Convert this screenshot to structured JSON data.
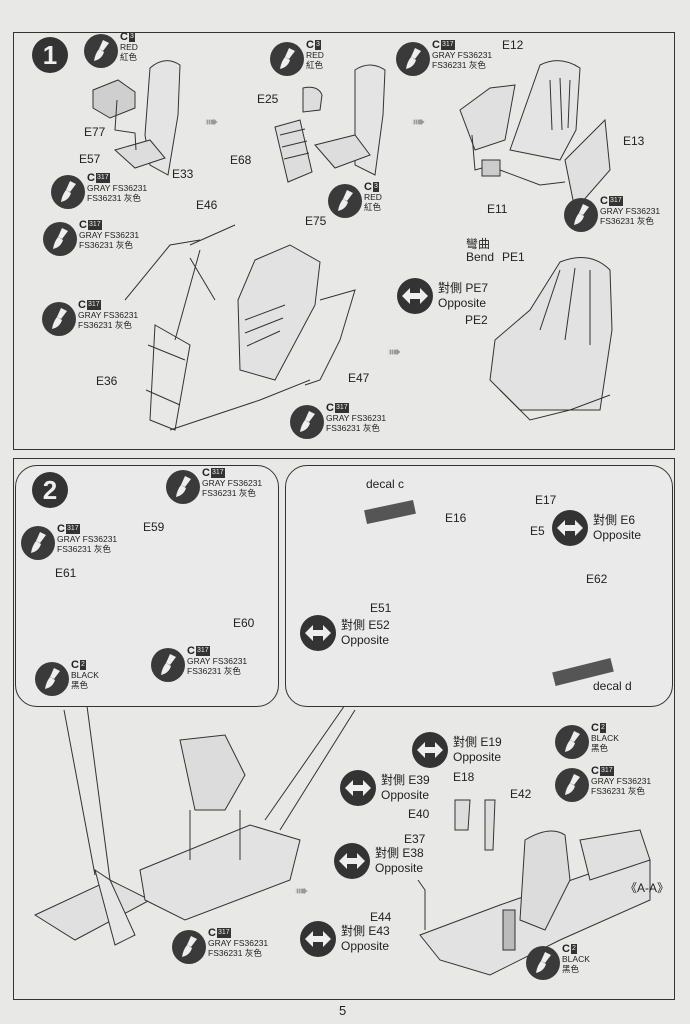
{
  "paints": {
    "red": {
      "letter": "C",
      "num": "3",
      "name": "RED",
      "cn": "紅色"
    },
    "gray": {
      "letter": "C",
      "num": "317",
      "name": "GRAY FS36231",
      "cn": "FS36231 灰色"
    },
    "black": {
      "letter": "C",
      "num": "2",
      "name": "BLACK",
      "cn": "黑色"
    }
  },
  "step1": {
    "number": "1",
    "parts": {
      "E77": "E77",
      "E57": "E57",
      "E33": "E33",
      "E25": "E25",
      "E68": "E68",
      "E12": "E12",
      "E13": "E13",
      "E11": "E11",
      "E46": "E46",
      "E75": "E75",
      "E36": "E36",
      "E47": "E47"
    },
    "bend_cn": "彎曲",
    "bend": "Bend",
    "pe1": "PE1",
    "opp_pe7": "對側 PE7",
    "opposite": "Opposite",
    "pe2": "PE2"
  },
  "step2": {
    "number": "2",
    "parts": {
      "E59": "E59",
      "E61": "E61",
      "E60": "E60",
      "E17": "E17",
      "E16": "E16",
      "E5": "E5",
      "E62": "E62",
      "E51": "E51",
      "E18": "E18",
      "E42": "E42",
      "E40": "E40",
      "E37": "E37",
      "E44": "E44"
    },
    "decal_c": "decal c",
    "decal_d": "decal d",
    "opp_e6": "對側 E6",
    "opp_e52": "對側 E52",
    "opp_e19": "對側 E19",
    "opp_e39": "對側 E39",
    "opp_e38": "對側 E38",
    "opp_e43": "對側 E43",
    "opposite": "Opposite",
    "section": "《A-A》"
  },
  "page_number": "5"
}
